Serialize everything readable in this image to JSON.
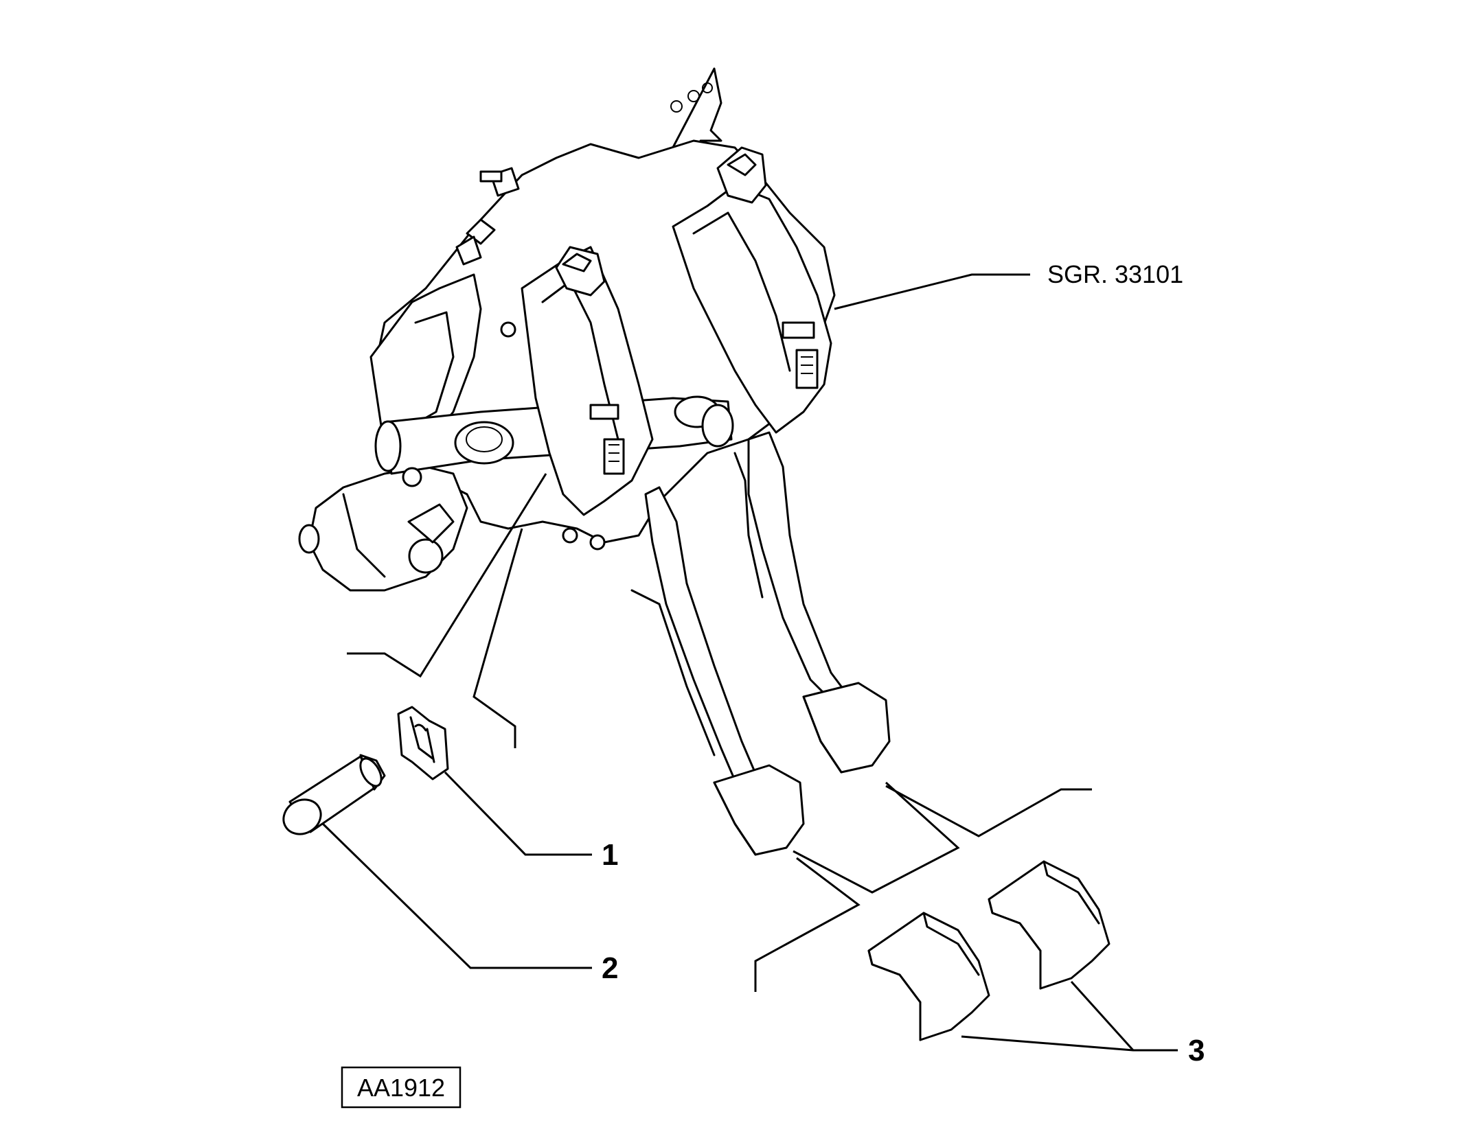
{
  "diagram": {
    "callouts": [
      {
        "id": "1",
        "label": "1"
      },
      {
        "id": "2",
        "label": "2"
      },
      {
        "id": "3",
        "label": "3"
      }
    ],
    "group_reference": "SGR. 33101",
    "drawing_code": "AA1912"
  }
}
